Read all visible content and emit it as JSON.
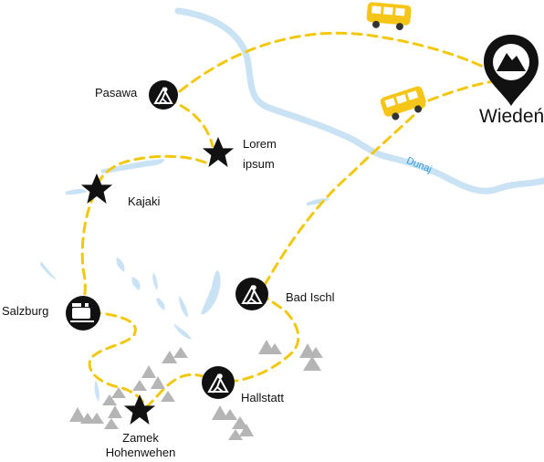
{
  "map": {
    "destination": "Wiedeń",
    "river": "Dunaj",
    "colors": {
      "route": "#f2c80f",
      "water": "#c9e2f4",
      "mountain": "#b5b5b5",
      "marker": "#111111",
      "bus": "#f5c518"
    },
    "places": [
      {
        "id": "pasawa",
        "label": "Pasawa",
        "icon": "hiking-icon"
      },
      {
        "id": "lorem",
        "label_line1": "Lorem",
        "label_line2": "ipsum",
        "icon": "star-icon"
      },
      {
        "id": "kajaki",
        "label": "Kajaki",
        "icon": "star-icon"
      },
      {
        "id": "salzburg",
        "label": "Salzburg",
        "icon": "train-icon"
      },
      {
        "id": "bad-ischl",
        "label": "Bad Ischl",
        "icon": "hiking-icon"
      },
      {
        "id": "hallstatt",
        "label": "Hallstatt",
        "icon": "hiking-icon"
      },
      {
        "id": "zamek",
        "label_line1": "Zamek",
        "label_line2": "Hohenwehen",
        "icon": "star-icon"
      }
    ],
    "transport_icons": [
      "bus-icon",
      "bus-icon"
    ],
    "destination_icon": "map-pin-mountain-icon"
  }
}
